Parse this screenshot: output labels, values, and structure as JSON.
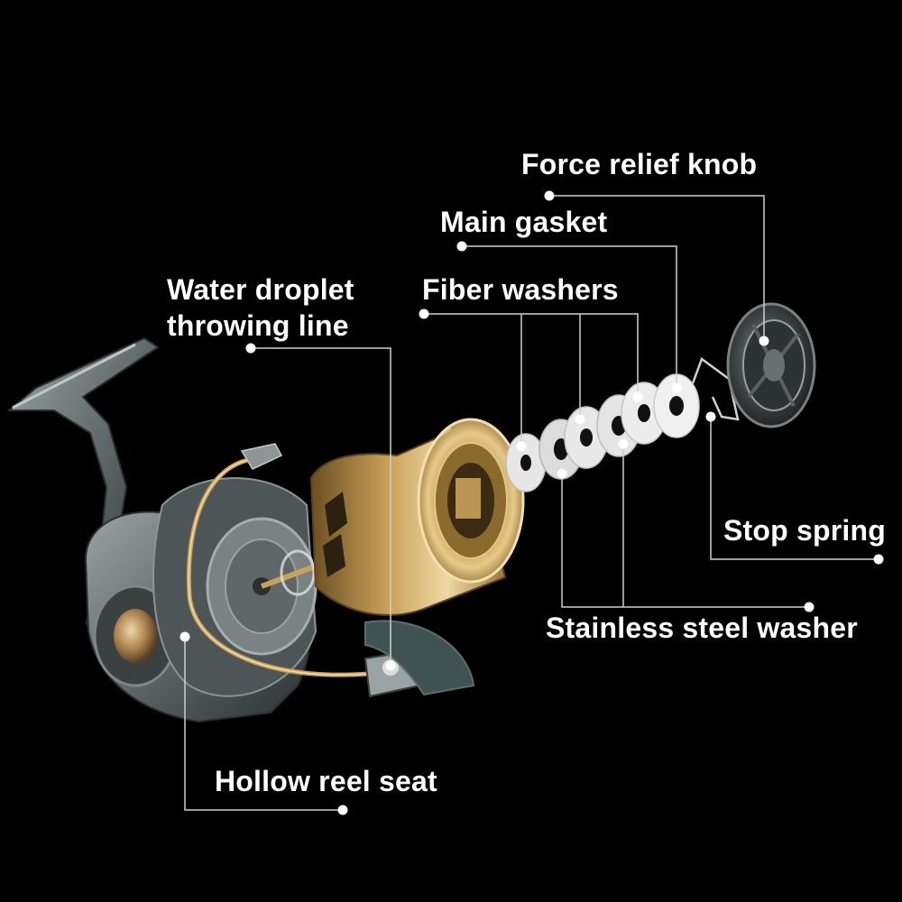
{
  "colors": {
    "background": "#000000",
    "label_text": "#ffffff",
    "leader_line": "#cfcfcf",
    "spool_gold": "#c9a25a",
    "reel_body": "#6f7576",
    "washer_white": "#e8e8e8"
  },
  "labels": {
    "force_relief_knob": "Force relief knob",
    "main_gasket": "Main gasket",
    "fiber_washers": "Fiber washers",
    "water_droplet_line1": "Water droplet",
    "water_droplet_line2": "throwing line",
    "stop_spring": "Stop spring",
    "stainless_steel_washer": "Stainless steel washer",
    "hollow_reel_seat": "Hollow reel seat"
  }
}
